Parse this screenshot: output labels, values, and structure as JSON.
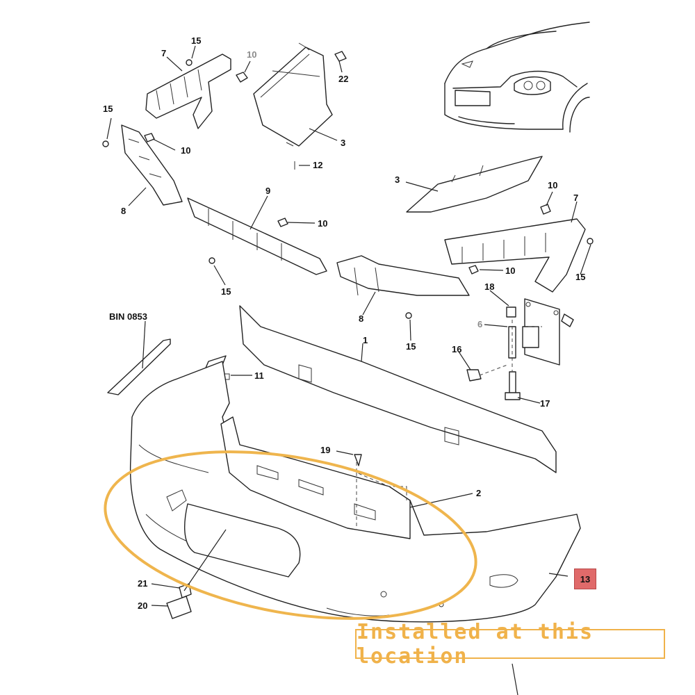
{
  "labels": {
    "l15a": "15",
    "l7a": "7",
    "l10a": "10",
    "l22": "22",
    "l15b": "15",
    "l10b": "10",
    "l3a": "3",
    "l12": "12",
    "l8a": "8",
    "l9": "9",
    "l10c": "10",
    "l15c": "15",
    "l3b": "3",
    "l10d": "10",
    "l7b": "7",
    "l10e": "10",
    "l15d": "15",
    "l18": "18",
    "l6": "6",
    "l8b": "8",
    "l15e": "15",
    "l1": "1",
    "l16": "16",
    "l17": "17",
    "l11": "11",
    "l19": "19",
    "l2": "2",
    "l21": "21",
    "l20": "20"
  },
  "bin_label": "BIN 0853",
  "highlight_part": "13",
  "install_caption": "Installed at this location",
  "colors": {
    "highlight_ellipse": "#efb54d",
    "badge_fill": "#e06a6a",
    "line_art": "#222222",
    "grey_callout": "#8a8a8a"
  }
}
